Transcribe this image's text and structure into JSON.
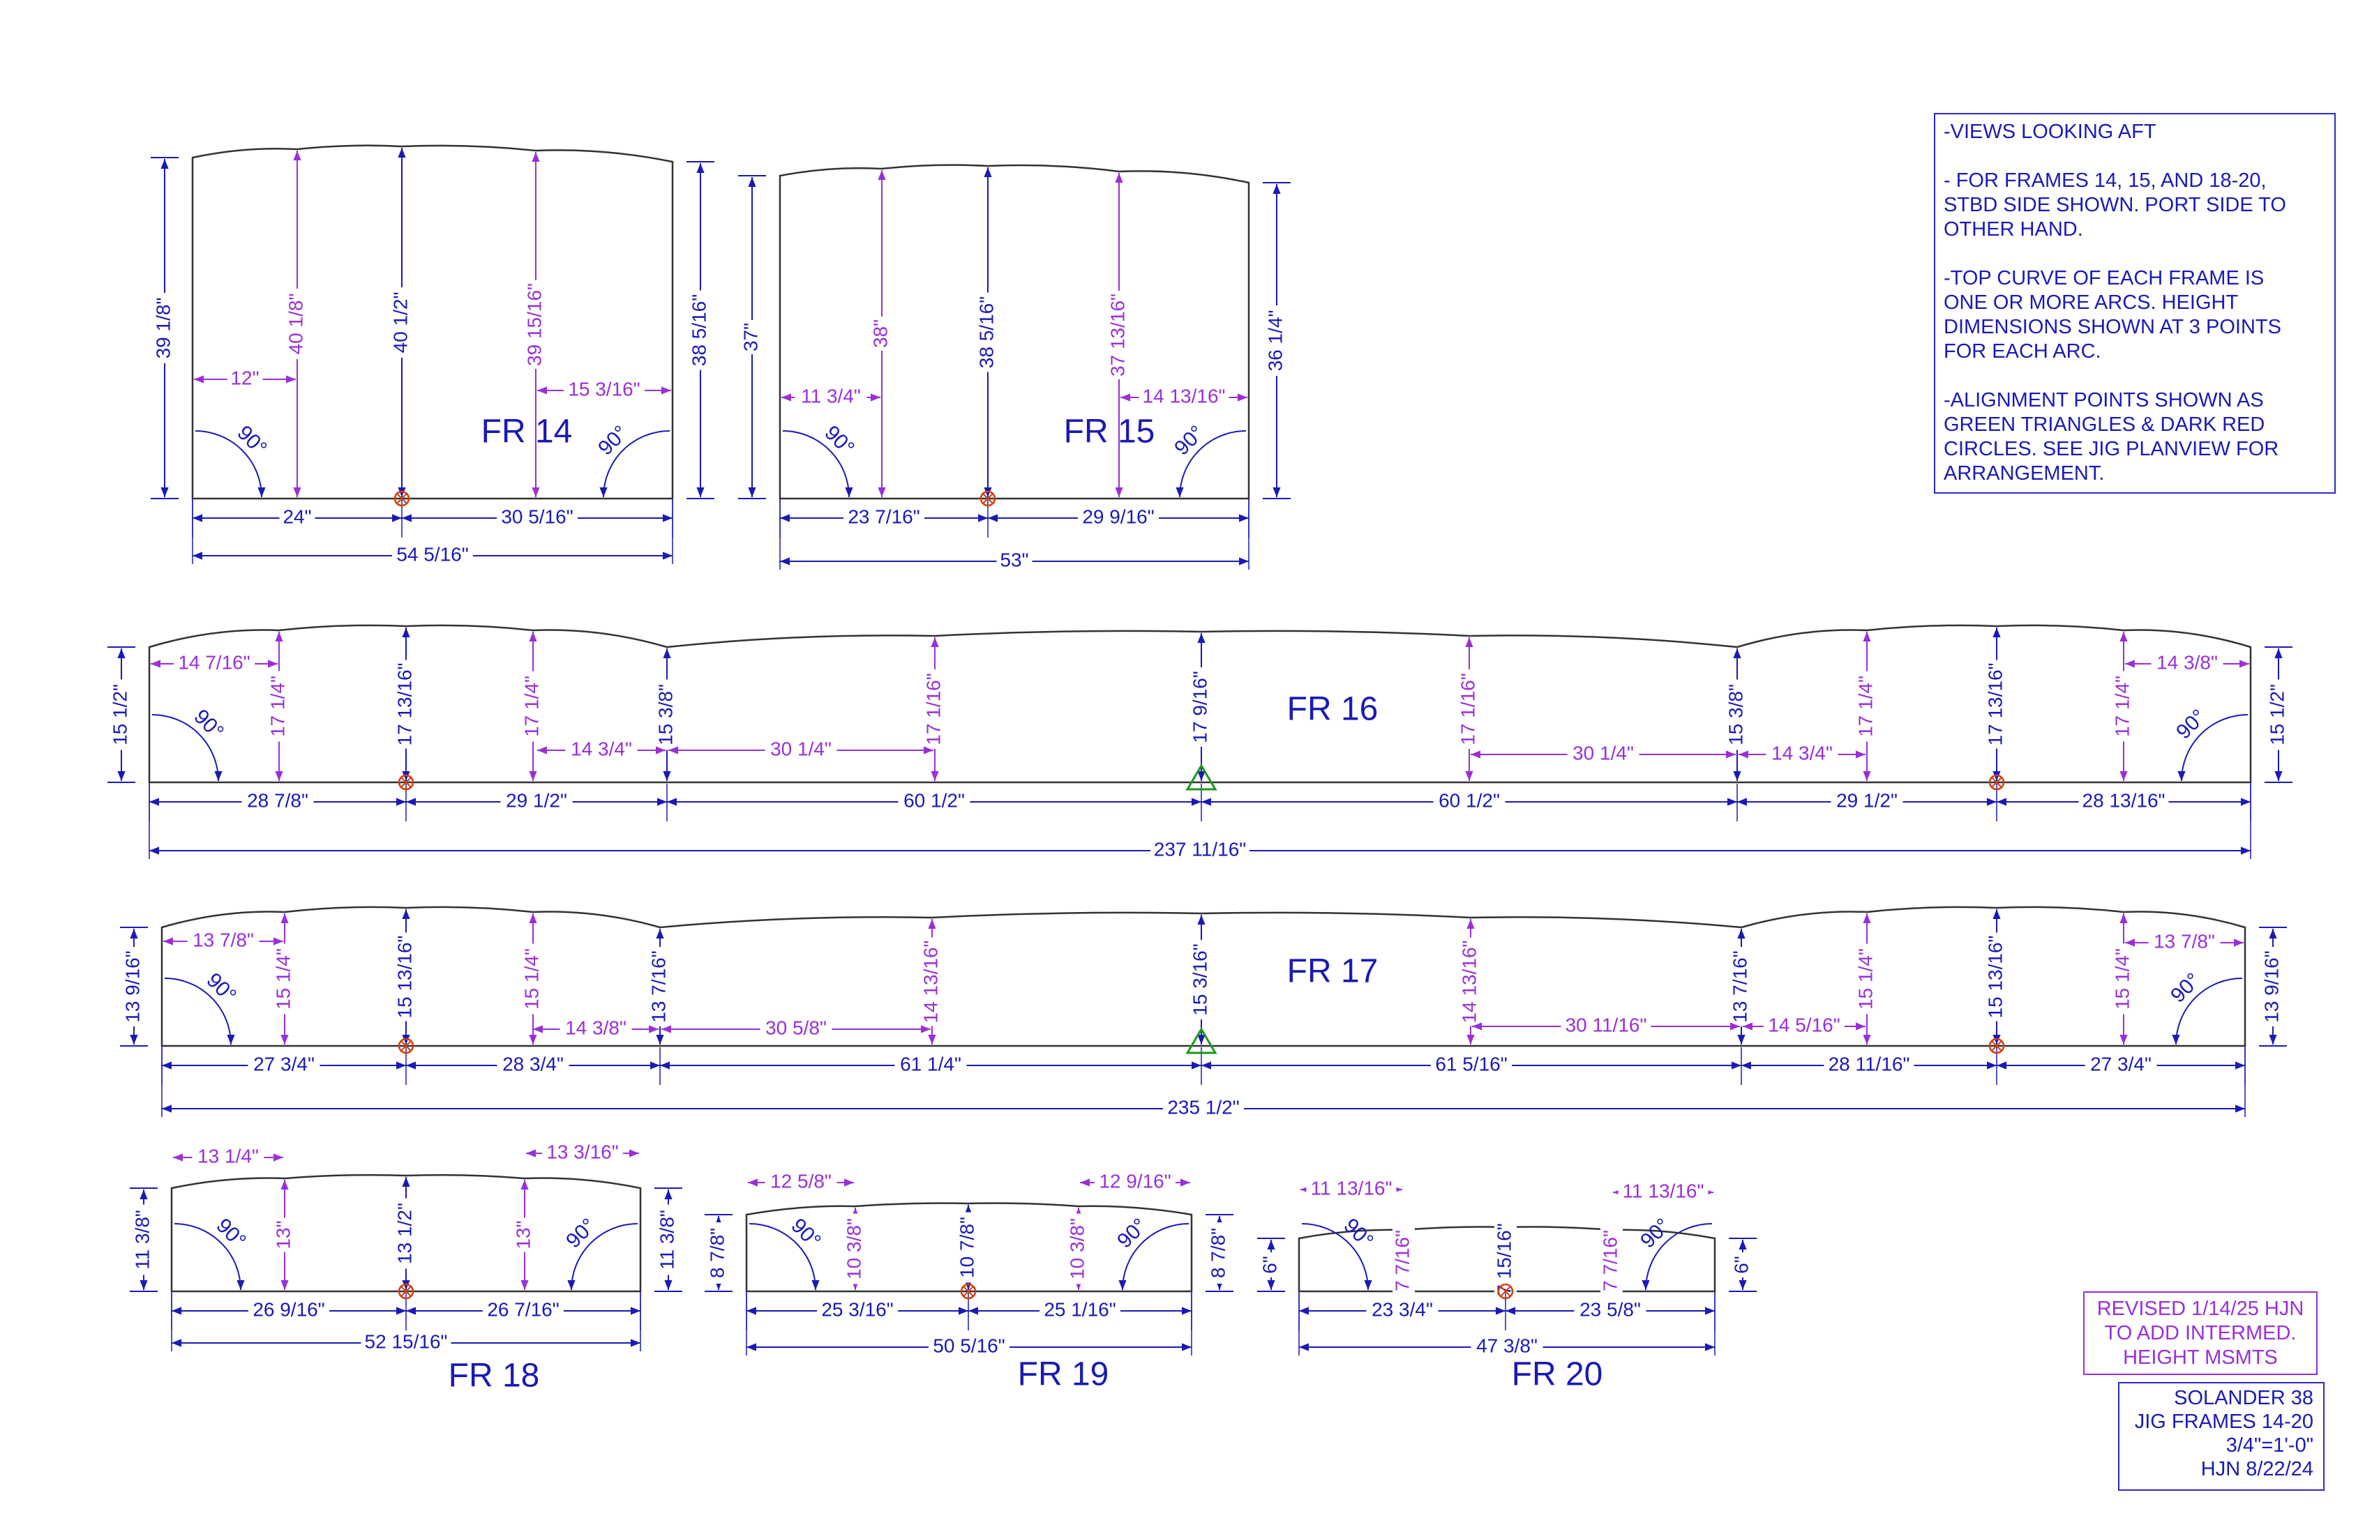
{
  "notes": [
    "-VIEWS LOOKING AFT",
    "- FOR FRAMES 14, 15, AND 18-20,\nSTBD SIDE SHOWN. PORT SIDE TO\nOTHER HAND.",
    "-TOP CURVE OF EACH FRAME IS\nONE OR MORE ARCS. HEIGHT\nDIMENSIONS SHOWN AT 3 POINTS\nFOR EACH ARC.",
    "-ALIGNMENT POINTS SHOWN AS\nGREEN TRIANGLES & DARK RED\nCIRCLES. SEE JIG PLANVIEW FOR\nARRANGEMENT."
  ],
  "revision": [
    "REVISED 1/14/25 HJN",
    "TO ADD INTERMED.",
    "HEIGHT MSMTS"
  ],
  "title_block": [
    "SOLANDER 38",
    "JIG FRAMES 14-20",
    "3/4\"=1'-0\"",
    "HJN 8/22/24"
  ],
  "colors": {
    "dim": "#1a1ab4",
    "mid": "#9a2fd8",
    "outline": "#333333",
    "circle": "#d04010",
    "triangle": "#1a9a1a"
  },
  "frames": [
    {
      "label": "FR 14",
      "heights": [
        {
          "at": "0",
          "text": "39 1/8\"",
          "kind": "end"
        },
        {
          "at": "12\"",
          "text": "40 1/8\"",
          "kind": "mid"
        },
        {
          "at": "24\"",
          "text": "40 1/2\"",
          "kind": "key"
        },
        {
          "at": "39 3/8\"",
          "text": "39 15/16\"",
          "kind": "mid"
        },
        {
          "at": "54 5/16\"",
          "text": "38 5/16\"",
          "kind": "end"
        }
      ],
      "offsets": [
        "12\"",
        "15 3/16\""
      ],
      "base": [
        "24\"",
        "30 5/16\""
      ],
      "overall": "54 5/16\"",
      "angles": [
        "90°",
        "90°"
      ],
      "markers": [
        "circle at 24\""
      ]
    },
    {
      "label": "FR 15",
      "heights": [
        {
          "at": "0",
          "text": "37\"",
          "kind": "end"
        },
        {
          "at": "11 3/4\"",
          "text": "38\"",
          "kind": "mid"
        },
        {
          "at": "23 7/16\"",
          "text": "38 5/16\"",
          "kind": "key"
        },
        {
          "at": "38 3/16\"",
          "text": "37 13/16\"",
          "kind": "mid"
        },
        {
          "at": "53\"",
          "text": "36 1/4\"",
          "kind": "end"
        }
      ],
      "offsets": [
        "11 3/4\"",
        "14 13/16\""
      ],
      "base": [
        "23 7/16\"",
        "29 9/16\""
      ],
      "overall": "53\"",
      "angles": [
        "90°",
        "90°"
      ],
      "markers": [
        "circle at 23 7/16\""
      ]
    },
    {
      "label": "FR 16",
      "heights": [
        "15 1/2\"",
        "17 1/4\"",
        "17 13/16\"",
        "17 1/4\"",
        "15 3/8\"",
        "17 1/16\"",
        "17 9/16\"",
        "17 1/16\"",
        "15 3/8\"",
        "17 1/4\"",
        "17 13/16\"",
        "17 1/4\"",
        "15 1/2\""
      ],
      "offsets": [
        "14 7/16\"",
        "14 3/4\"",
        "30 1/4\"",
        "30 1/4\"",
        "14 3/4\"",
        "14 3/8\""
      ],
      "base": [
        "28 7/8\"",
        "29 1/2\"",
        "60 1/2\"",
        "60 1/2\"",
        "29 1/2\"",
        "28 13/16\""
      ],
      "overall": "237 11/16\"",
      "angles": [
        "90°",
        "90°"
      ]
    },
    {
      "label": "FR 17",
      "heights": [
        "13 9/16\"",
        "15 1/4\"",
        "15 13/16\"",
        "15 1/4\"",
        "13 7/16\"",
        "14 13/16\"",
        "15 3/16\"",
        "14 13/16\"",
        "13 7/16\"",
        "15 1/4\"",
        "15 13/16\"",
        "15 1/4\"",
        "13 9/16\""
      ],
      "offsets": [
        "13 7/8\"",
        "14 3/8\"",
        "30 5/8\"",
        "30 11/16\"",
        "14 5/16\"",
        "13 7/8\""
      ],
      "base": [
        "27 3/4\"",
        "28 3/4\"",
        "61 1/4\"",
        "61 5/16\"",
        "28 11/16\"",
        "27 3/4\""
      ],
      "overall": "235 1/2\"",
      "angles": [
        "90°",
        "90°"
      ]
    },
    {
      "label": "FR 18",
      "heights": [
        "11 3/8\"",
        "13\"",
        "13 1/2\"",
        "13\"",
        "11 3/8\""
      ],
      "offsets": [
        "13 1/4\"",
        "13 3/16\""
      ],
      "base": [
        "26 9/16\"",
        "26 7/16\""
      ],
      "overall": "52 15/16\"",
      "angles": [
        "90°",
        "90°"
      ]
    },
    {
      "label": "FR 19",
      "heights": [
        "8 7/8\"",
        "10 3/8\"",
        "10 7/8\"",
        "10 3/8\"",
        "8 7/8\""
      ],
      "offsets": [
        "12 5/8\"",
        "12 9/16\""
      ],
      "base": [
        "25 3/16\"",
        "25 1/16\""
      ],
      "overall": "50 5/16\"",
      "angles": [
        "90°",
        "90°"
      ]
    },
    {
      "label": "FR 20",
      "heights": [
        "6\"",
        "7 7/16\"",
        "7 15/16\"",
        "7 7/16\"",
        "6\""
      ],
      "offsets": [
        "11 13/16\"",
        "11 13/16\""
      ],
      "base": [
        "23 3/4\"",
        "23 5/8\""
      ],
      "overall": "47 3/8\"",
      "angles": [
        "90°",
        "90°"
      ]
    }
  ]
}
